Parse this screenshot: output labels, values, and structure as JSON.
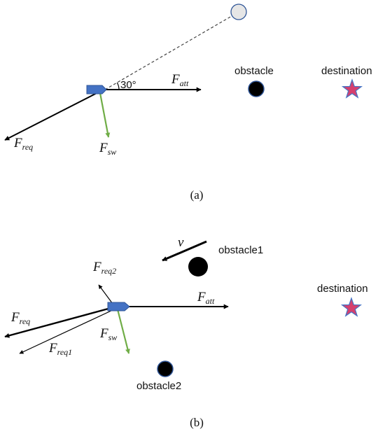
{
  "panel_a": {
    "labels": {
      "obstacle": "obstacle",
      "destination": "destination",
      "angle": "30°",
      "caption": "(a)"
    },
    "forces": {
      "att": {
        "main": "F",
        "sub": "att"
      },
      "req": {
        "main": "F",
        "sub": "req"
      },
      "sw": {
        "main": "F",
        "sub": "sw"
      }
    }
  },
  "panel_b": {
    "labels": {
      "obstacle1": "obstacle1",
      "obstacle2": "obstacle2",
      "destination": "destination",
      "velocity": "v",
      "caption": "(b)"
    },
    "forces": {
      "att": {
        "main": "F",
        "sub": "att"
      },
      "req": {
        "main": "F",
        "sub": "req"
      },
      "req1": {
        "main": "F",
        "sub": "req1"
      },
      "req2": {
        "main": "F",
        "sub": "req2"
      },
      "sw": {
        "main": "F",
        "sub": "sw"
      }
    }
  },
  "colors": {
    "vessel_fill": "#4472c4",
    "vessel_stroke": "#2f5597",
    "sw_arrow": "#70ad47",
    "star_fill": "#d6406e",
    "star_stroke": "#4472c4",
    "obstacle_fill": "#000000",
    "obstacle_stroke": "#2f5597",
    "ghost_fill": "#e6e6e6",
    "ghost_stroke": "#2f5597"
  }
}
